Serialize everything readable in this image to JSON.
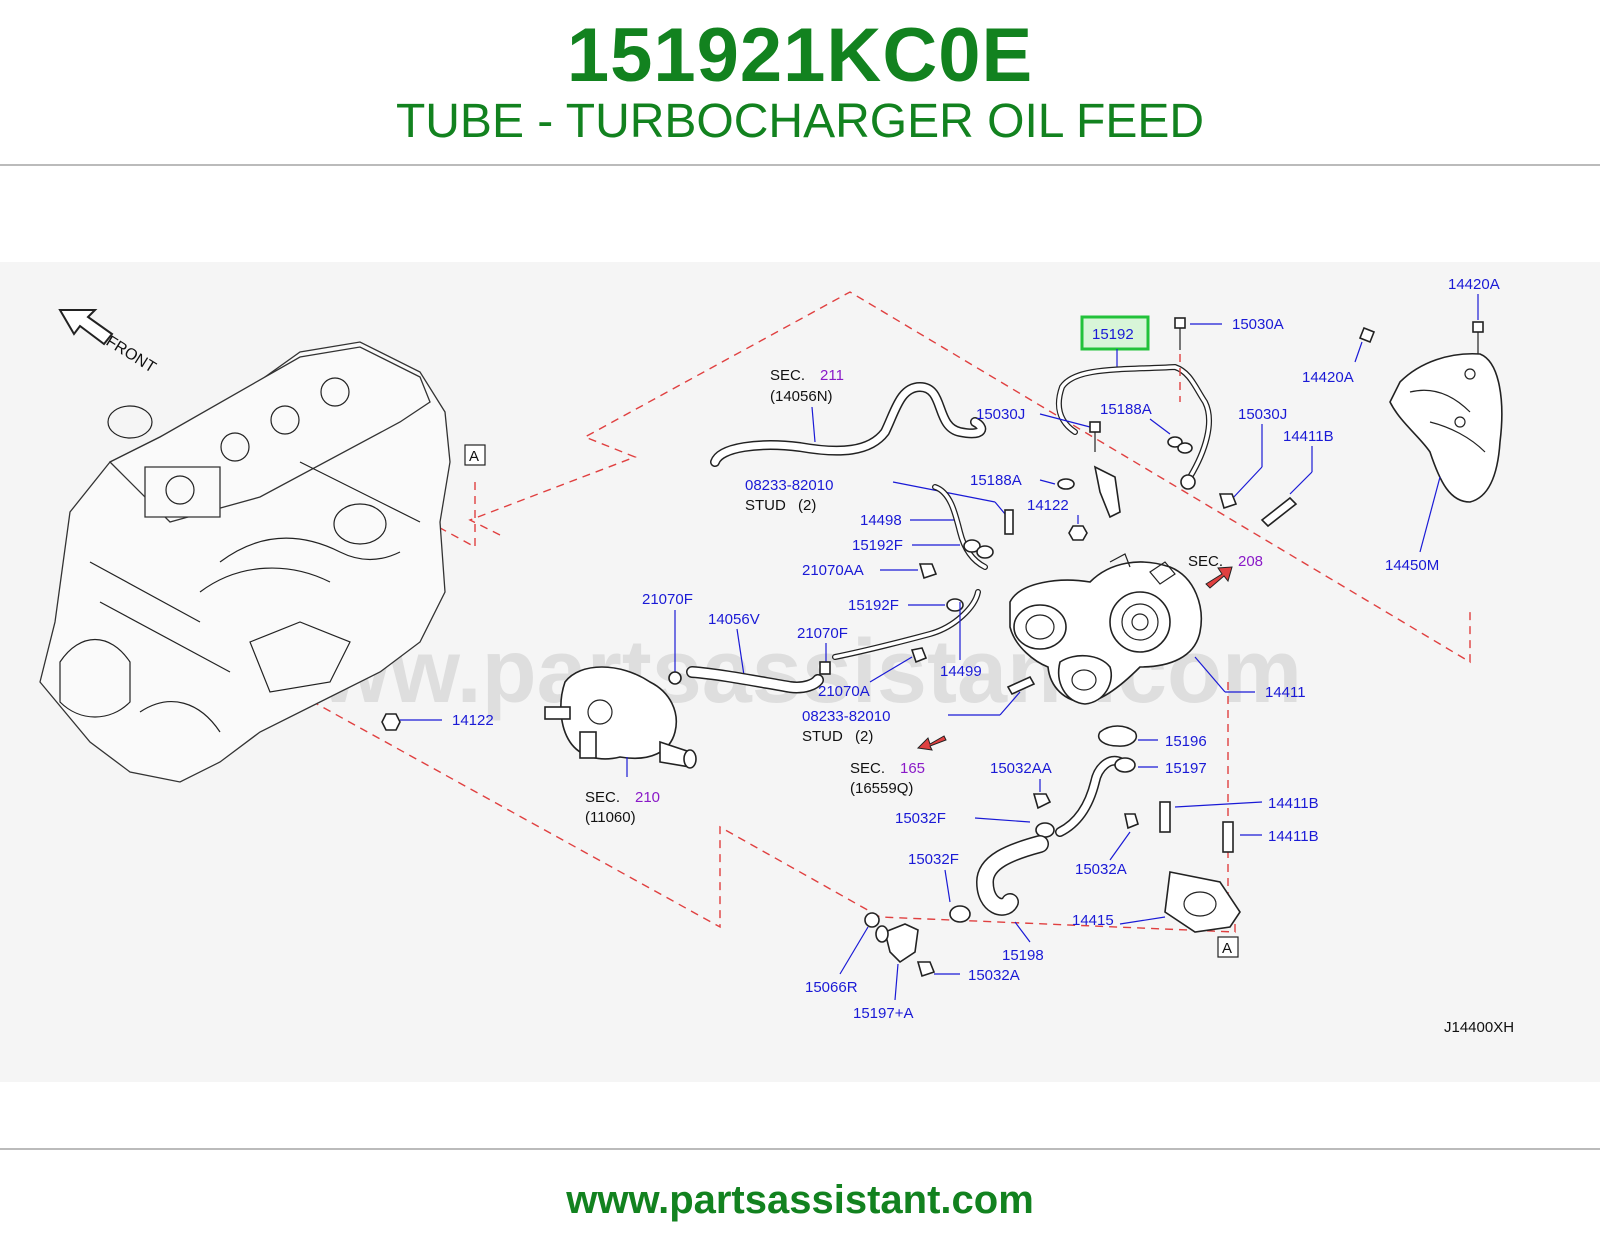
{
  "header": {
    "part_number": "151921KC0E",
    "part_name": "TUBE - TURBOCHARGER OIL FEED"
  },
  "diagram": {
    "watermark": "www.partsassistant.com",
    "front_label": "FRONT",
    "highlighted_part": "15192",
    "diagram_code": "J14400XH",
    "ref_markers": [
      "A",
      "A"
    ],
    "sections": [
      {
        "label": "SEC.",
        "number": "211",
        "ref": "(14056N)"
      },
      {
        "label": "SEC.",
        "number": "208",
        "ref": ""
      },
      {
        "label": "SEC.",
        "number": "165",
        "ref": "(16559Q)"
      },
      {
        "label": "SEC.",
        "number": "210",
        "ref": "(11060)"
      }
    ],
    "studs": [
      {
        "part": "08233-82010",
        "desc": "STUD",
        "qty": "(2)"
      },
      {
        "part": "08233-82010",
        "desc": "STUD",
        "qty": "(2)"
      }
    ],
    "callouts": [
      "15030A",
      "14420A",
      "14420A",
      "15030J",
      "15188A",
      "15030J",
      "14411B",
      "15188A",
      "14122",
      "14498",
      "15192F",
      "21070AA",
      "15192F",
      "14450M",
      "21070F",
      "14056V",
      "21070F",
      "21070A",
      "14499",
      "14411",
      "14122",
      "15196",
      "15032AA",
      "15197",
      "14411B",
      "15032F",
      "14411B",
      "15032A",
      "15032F",
      "14415",
      "15198",
      "15066R",
      "15032A",
      "15197+A"
    ]
  },
  "footer": {
    "url": "www.partsassistant.com"
  },
  "colors": {
    "brand_green": "#12821f",
    "label_blue": "#1a1ad6",
    "section_purple": "#8a1ac8",
    "highlight_green": "#22c23a",
    "dash_red": "#e04040"
  }
}
